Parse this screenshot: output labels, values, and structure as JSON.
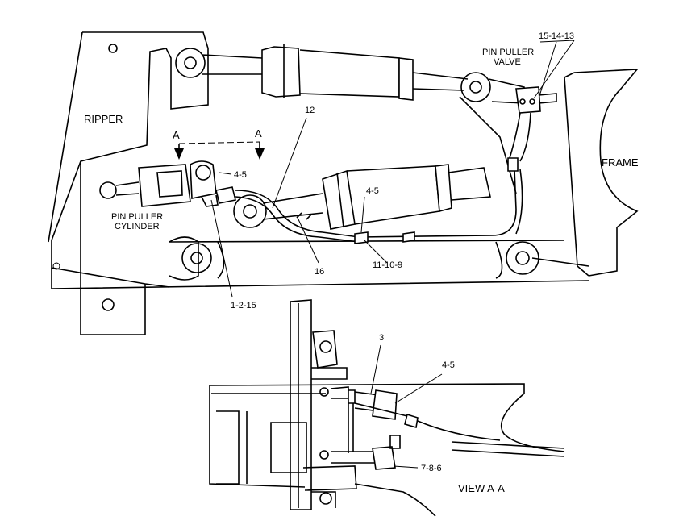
{
  "labels": {
    "ripper": "RIPPER",
    "frame": "FRAME",
    "pin_puller_valve_1": "PIN PULLER",
    "pin_puller_valve_2": "VALVE",
    "pin_puller_cylinder_1": "PIN PULLER",
    "pin_puller_cylinder_2": "CYLINDER",
    "section_a_left": "A",
    "section_a_right": "A",
    "view_aa": "VIEW A-A"
  },
  "callouts": {
    "c_15_14_13": "15-14-13",
    "c_12": "12",
    "c_4_5_upper": "4-5",
    "c_4_5_mid": "4-5",
    "c_16": "16",
    "c_11_10_9": "11-10-9",
    "c_1_2_15": "1-2-15",
    "c_3": "3",
    "c_4_5_lower": "4-5",
    "c_7_8_6": "7-8-6"
  }
}
